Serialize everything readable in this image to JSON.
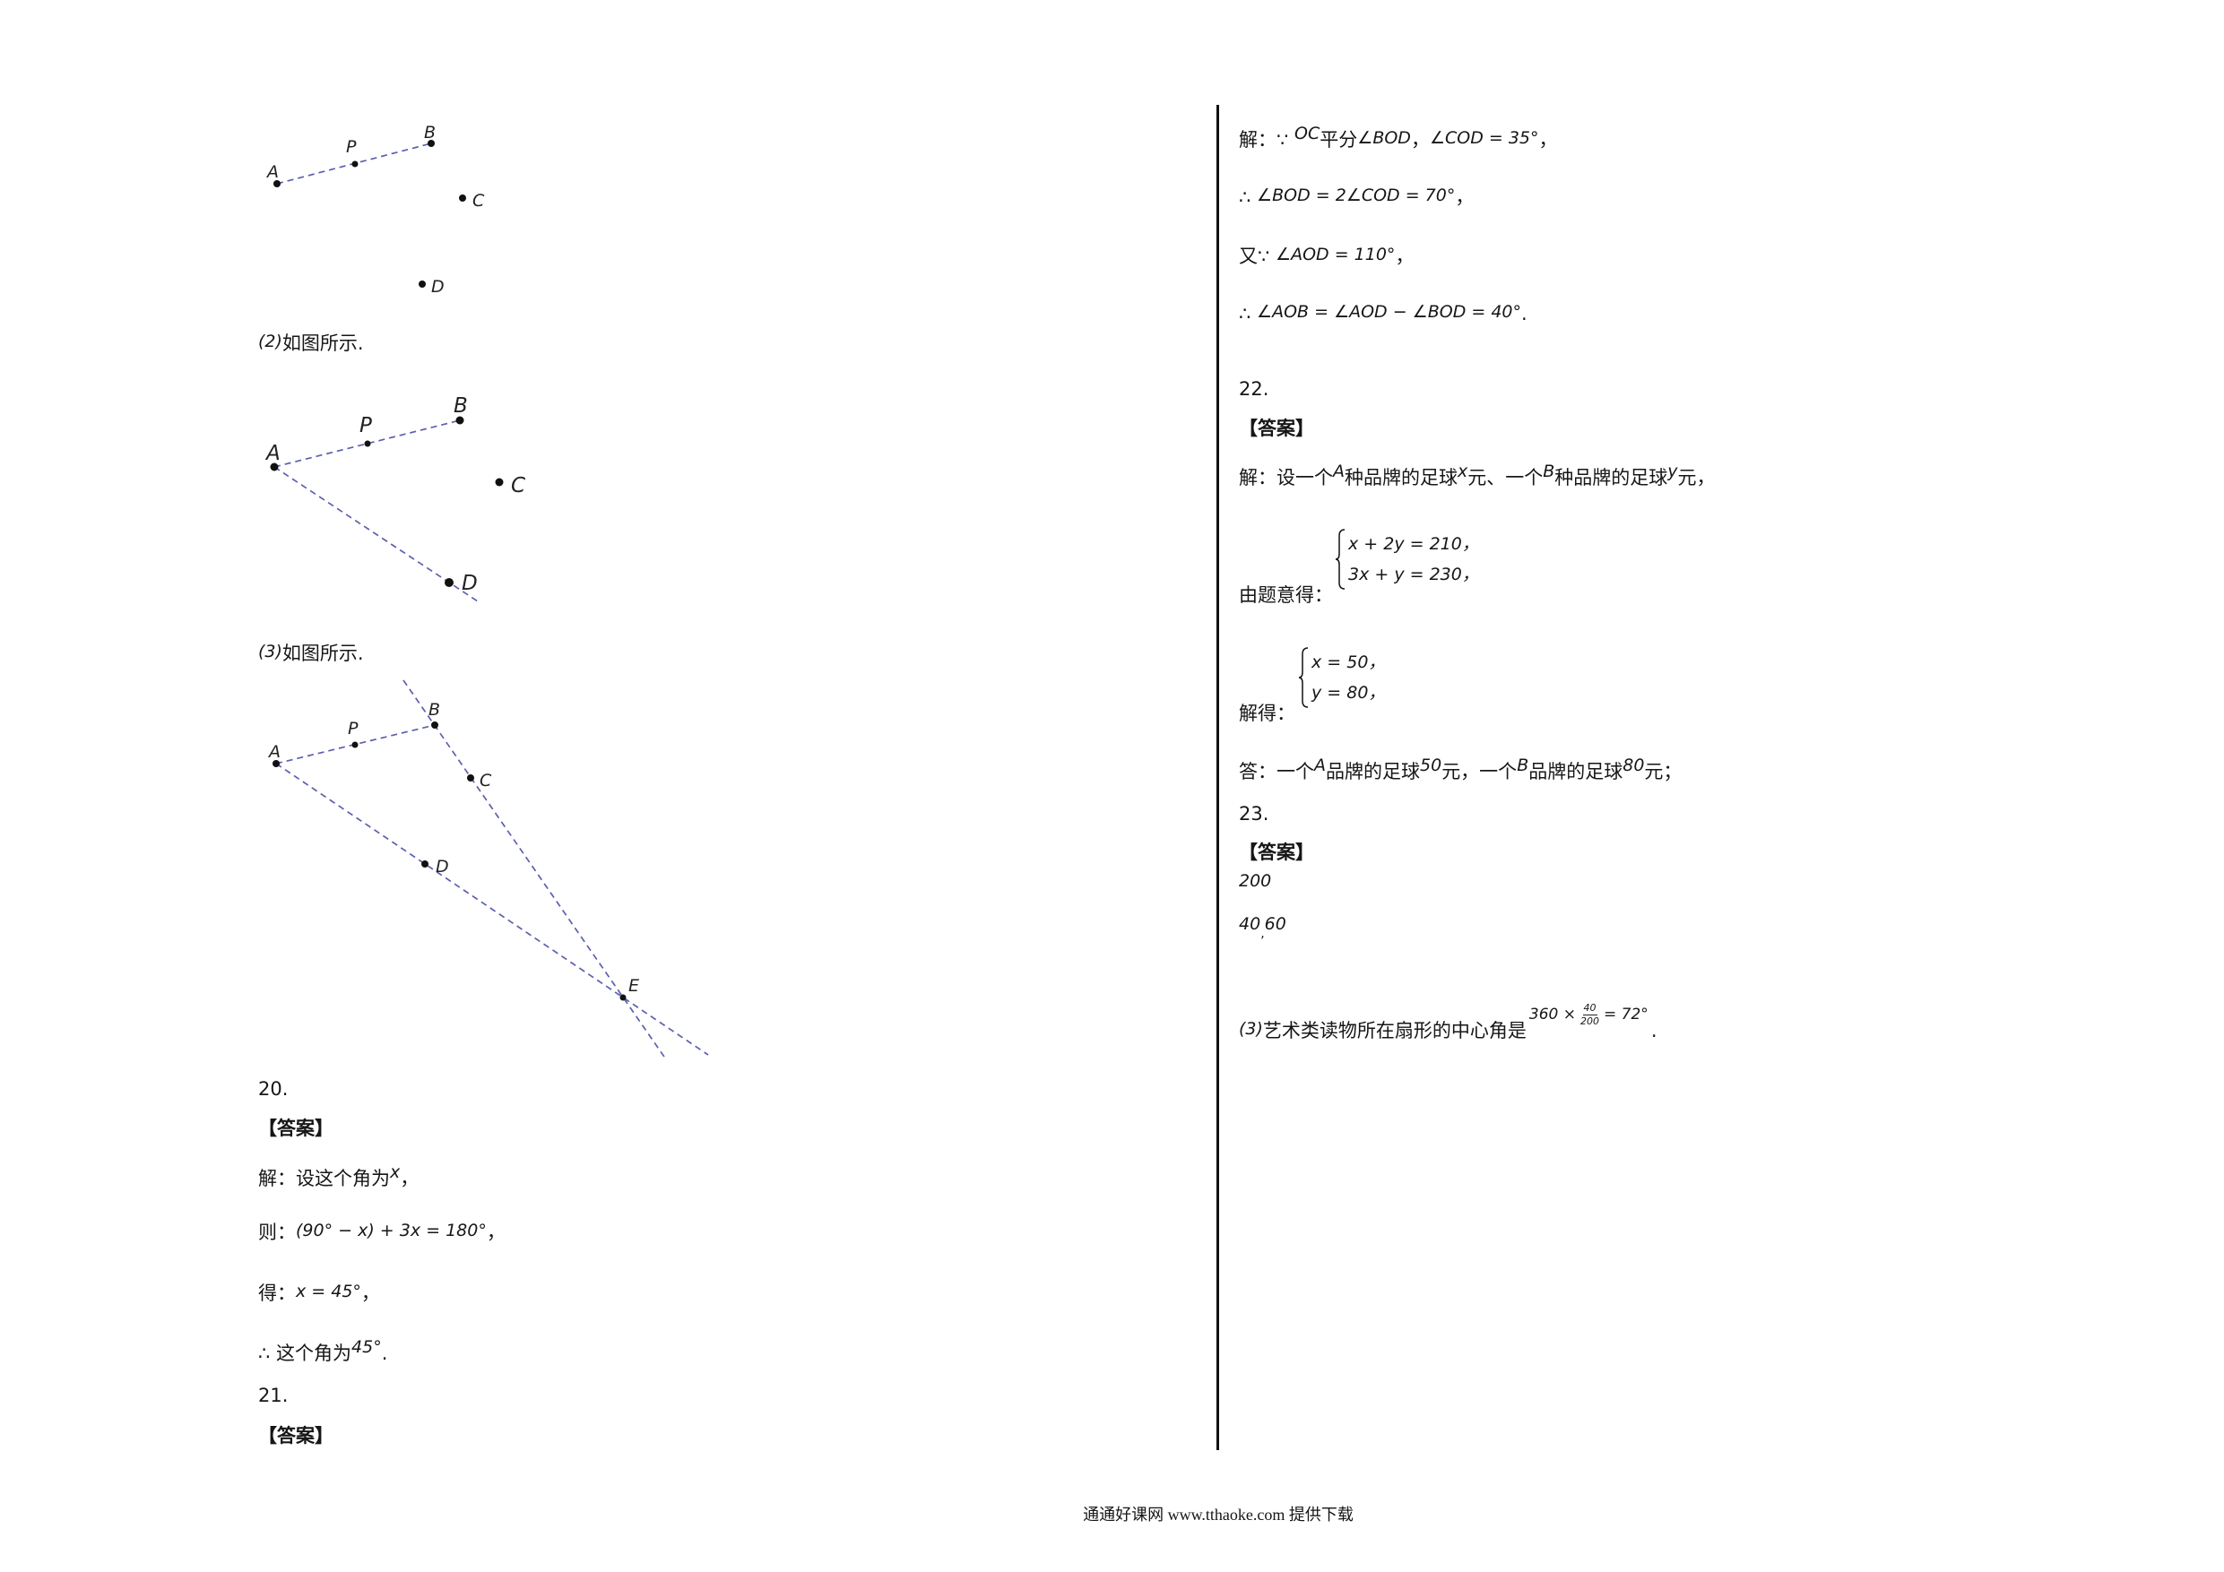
{
  "figures": [
    {
      "labels": [
        "A",
        "P",
        "B",
        "C",
        "D"
      ]
    },
    {
      "labels": [
        "A",
        "P",
        "B",
        "C",
        "D"
      ]
    },
    {
      "labels": [
        "A",
        "P",
        "B",
        "C",
        "D",
        "E"
      ]
    }
  ],
  "q19": {
    "part2": [
      "(2)",
      "如图所示."
    ],
    "part3": [
      "(3)",
      "如图所示."
    ]
  },
  "q20": {
    "number": "20.",
    "answer_label": "【答案】",
    "lines": [
      [
        "解：设这个角为",
        "x",
        "，"
      ],
      [
        "则：",
        "(90° − x) + 3x = 180°",
        "，"
      ],
      [
        "得：",
        "x = 45°",
        "，"
      ],
      [
        "∴  这个角为",
        "45°",
        "."
      ]
    ]
  },
  "q21": {
    "number": "21.",
    "answer_label": "【答案】",
    "lines": [
      [
        "解：∵ ",
        "OC",
        "平分",
        "∠BOD",
        "，",
        "∠COD = 35°",
        "，"
      ],
      [
        "∴ ",
        "∠BOD = 2∠COD = 70°",
        "，"
      ],
      [
        "又∵ ",
        "∠AOD = 110°",
        "，"
      ],
      [
        "∴ ",
        "∠AOB = ∠AOD − ∠BOD = 40°",
        "."
      ]
    ]
  },
  "q22": {
    "number": "22.",
    "answer_label": "【答案】",
    "setup": [
      "解：设一个",
      "A",
      "种品牌的足球",
      "x",
      "元、一个",
      "B",
      "种品牌的足球",
      "y",
      "元，"
    ],
    "system1": [
      "x + 2y = 210，",
      "3x + y = 230，"
    ],
    "system1_label": "由题意得：",
    "system2": [
      "x = 50，",
      "y = 80，"
    ],
    "system2_label": "解得：",
    "answer": [
      "答：一个",
      "A",
      "品牌的足球",
      "50",
      "元，一个",
      "B",
      "品牌的足球",
      "80",
      "元；"
    ]
  },
  "q23": {
    "number": "23.",
    "answer_label": "【答案】",
    "part1": "200",
    "part2": [
      "40",
      ",",
      "60"
    ],
    "part3": {
      "num": "(3)",
      "text": "艺术类读物所在扇形的中心角是",
      "formula_lhs": "360 ×",
      "frac_num": "40",
      "frac_den": "200",
      "formula_rhs": "= 72°",
      "end": "."
    }
  },
  "footer": "通通好课网 www.tthaoke.com 提供下载",
  "colors": {
    "construction_line": "#5b60ad",
    "point": "#111111"
  }
}
